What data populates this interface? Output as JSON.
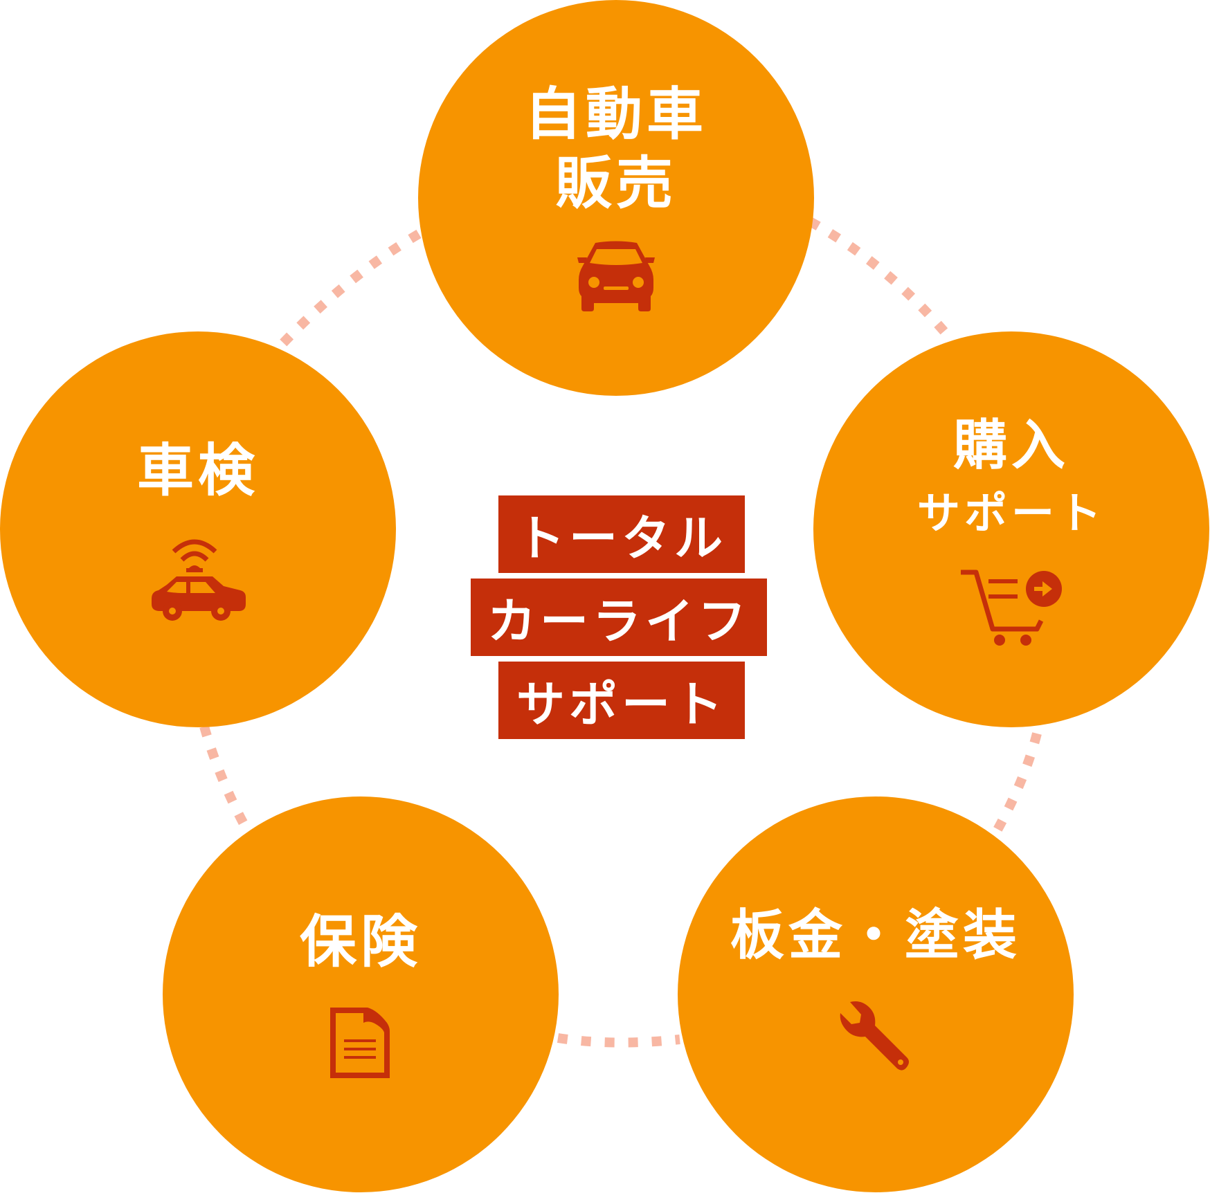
{
  "center": {
    "line1": "トータル",
    "line2": "カーライフ",
    "line3": "サポート"
  },
  "nodes": {
    "sales": {
      "line1": "自動車",
      "line2": "販売",
      "icon": "car-front-icon"
    },
    "purchase": {
      "line1": "購入",
      "line2": "サポート",
      "icon": "shopping-cart-icon"
    },
    "bodywork": {
      "line1": "板金・塗装",
      "icon": "wrench-icon"
    },
    "insurance": {
      "line1": "保険",
      "icon": "document-icon"
    },
    "inspection": {
      "line1": "車検",
      "icon": "connected-car-icon"
    }
  },
  "colors": {
    "circle": "#F79400",
    "accent": "#C52F0A",
    "connector": "#F8B7A3",
    "text": "#FFFFFF"
  }
}
